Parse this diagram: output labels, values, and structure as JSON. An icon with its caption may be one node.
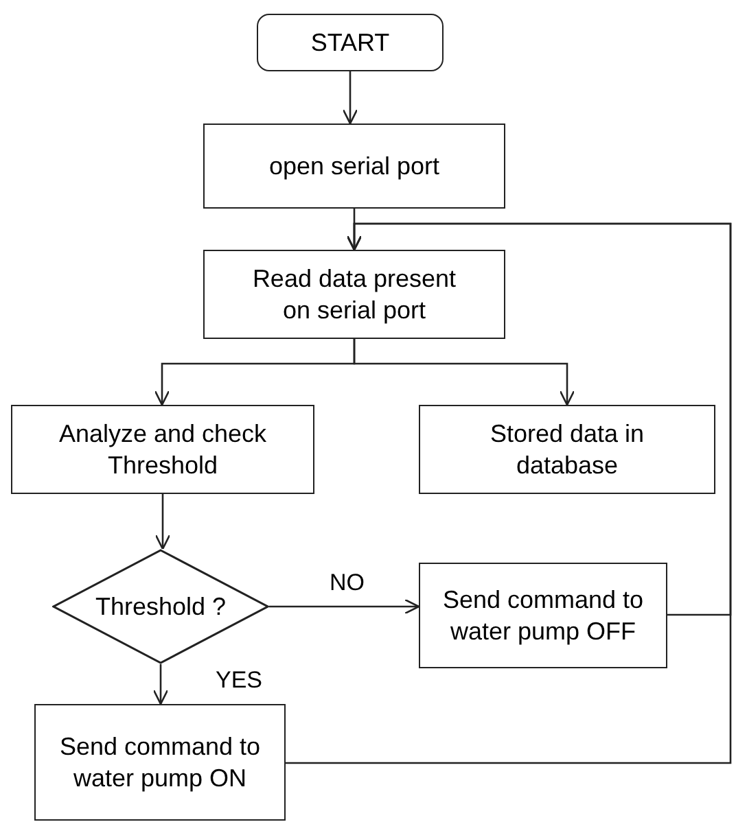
{
  "diagram": {
    "nodes": [
      {
        "text": [
          "START"
        ]
      },
      {
        "text": [
          "open serial port"
        ]
      },
      {
        "text": [
          "Read data present on serial port"
        ]
      },
      {
        "text": [
          "Analyze and check Threshold"
        ]
      },
      {
        "text": [
          "Stored data in database"
        ]
      },
      {
        "text": [
          "Threshold ?"
        ]
      },
      {
        "text": [
          "Send command to water pump OFF"
        ]
      },
      {
        "text": [
          "Send command to water pump ON"
        ]
      }
    ],
    "edges": [
      {
        "from": 0,
        "to": 1,
        "arrow": "to"
      },
      {
        "from": 1,
        "to": 2,
        "arrow": "to"
      },
      {
        "from": 2,
        "to": 3,
        "arrow": "to"
      },
      {
        "from": 2,
        "to": 4,
        "arrow": "to"
      },
      {
        "from": 3,
        "to": 5,
        "arrow": "to"
      },
      {
        "from": 5,
        "to": 6,
        "arrow": "to",
        "label": "NO"
      },
      {
        "from": 5,
        "to": 7,
        "arrow": "to",
        "label": "YES"
      },
      {
        "from": 6,
        "to": 2,
        "arrow": "to"
      },
      {
        "from": 7,
        "to": 2,
        "arrow": "to"
      }
    ]
  }
}
